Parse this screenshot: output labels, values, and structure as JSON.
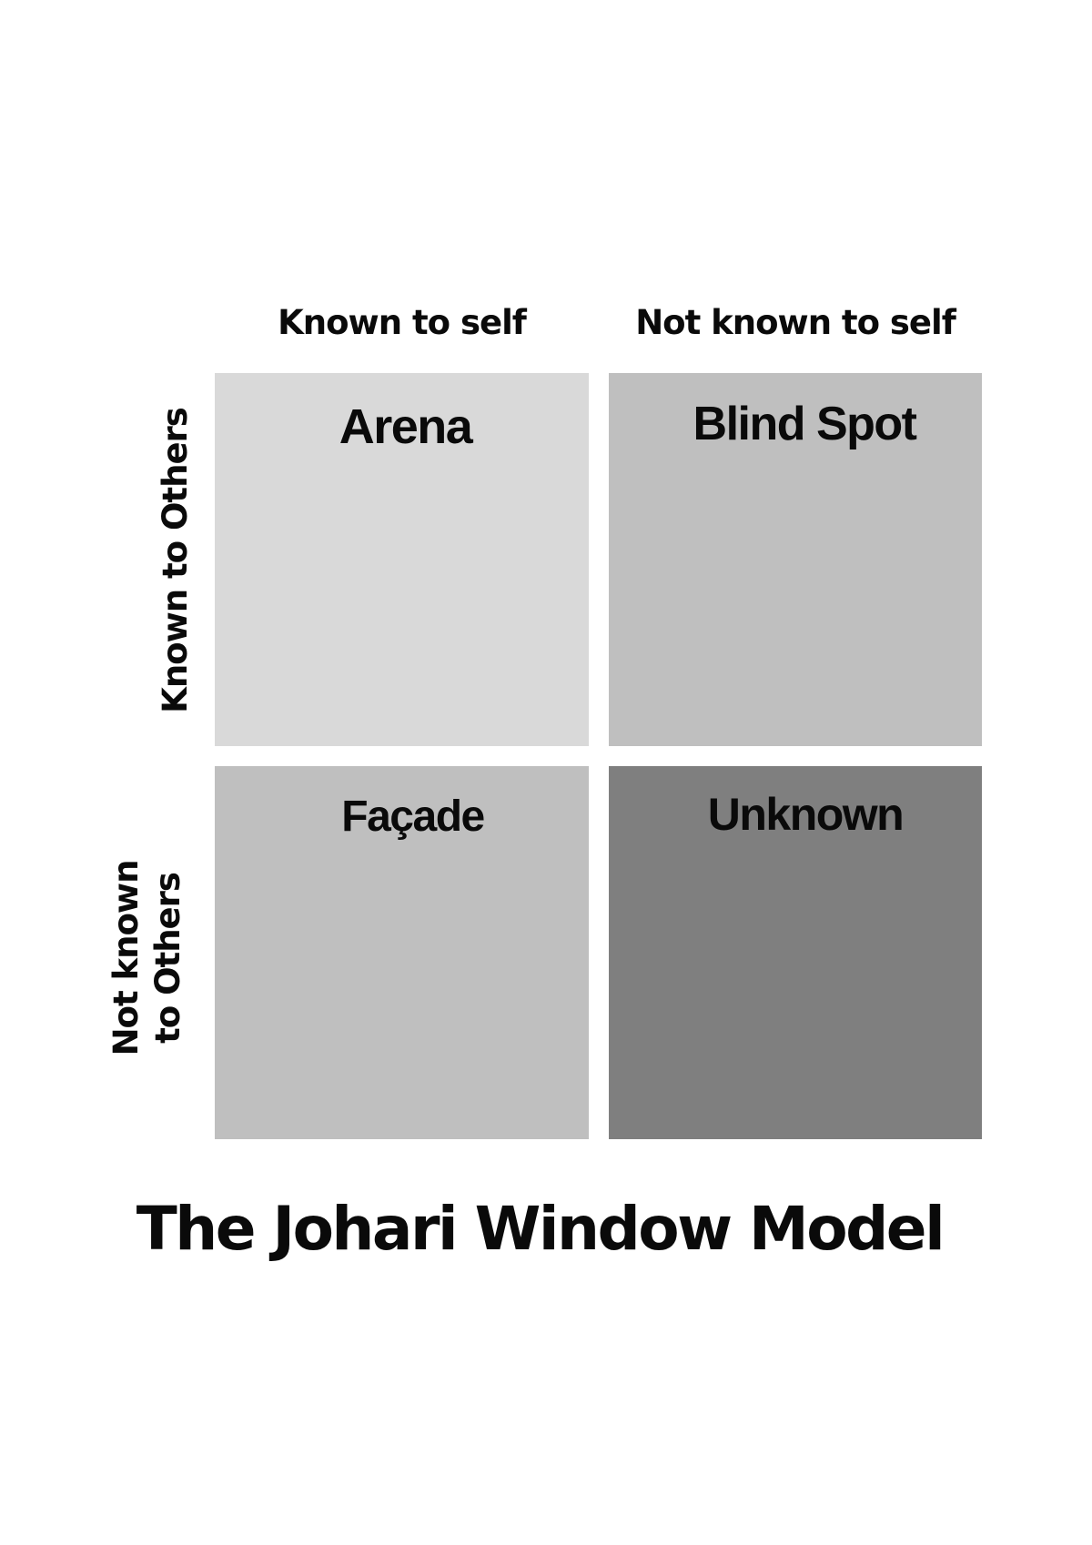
{
  "diagram": {
    "title": "The Johari Window Model",
    "column_headers": [
      "Known to self",
      "Not known to self"
    ],
    "row_headers": [
      "Known to Others",
      "Not known\nto Others"
    ],
    "row_headers_lines": {
      "row1": "Known to Others",
      "row2_line1": "Not known",
      "row2_line2": "to Others"
    },
    "quadrants": [
      {
        "label": "Arena",
        "row": 1,
        "col": 1,
        "color": "#d9d9d9"
      },
      {
        "label": "Blind Spot",
        "row": 1,
        "col": 2,
        "color": "#bfbfbf"
      },
      {
        "label": "Façade",
        "row": 2,
        "col": 1,
        "color": "#bfbfbf"
      },
      {
        "label": "Unknown",
        "row": 2,
        "col": 2,
        "color": "#7f7f7f"
      }
    ]
  },
  "colors": {
    "background": "#ffffff",
    "text": "#0a0a0a",
    "arena": "#d9d9d9",
    "blind_spot": "#bfbfbf",
    "facade": "#bfbfbf",
    "unknown": "#7f7f7f"
  }
}
